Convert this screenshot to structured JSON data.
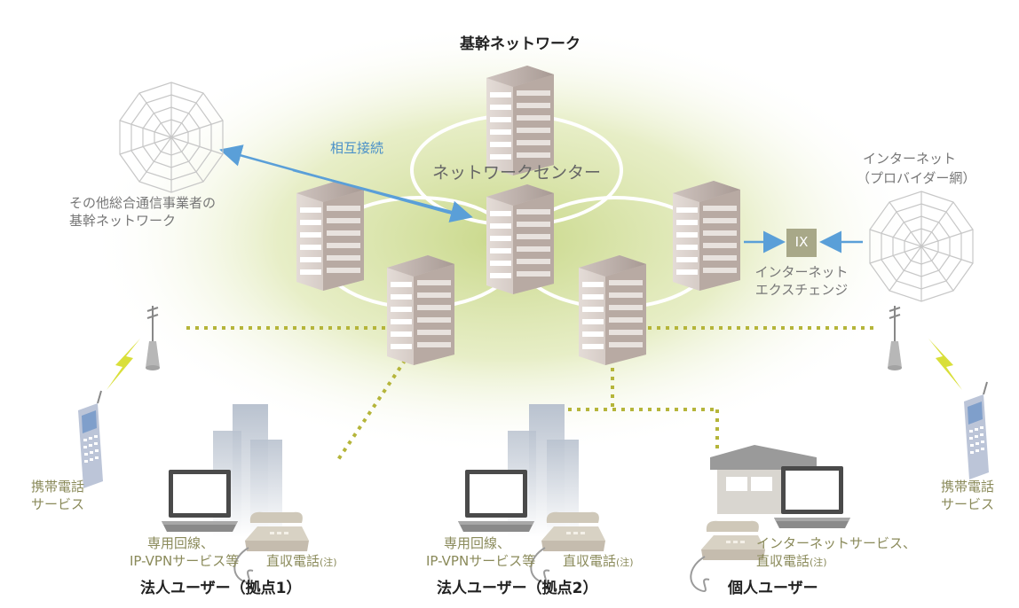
{
  "title": "基幹ネットワーク",
  "network_center": "ネットワークセンター",
  "interconnect": "相互接続",
  "other_carrier": [
    "その他総合通信事業者の",
    "基幹ネットワーク"
  ],
  "internet": [
    "インターネット",
    "（プロバイダー網）"
  ],
  "ix_box": "IX",
  "ix_label": [
    "インターネット",
    "エクスチェンジ"
  ],
  "mobile_left": [
    "携帯電話",
    "サービス"
  ],
  "mobile_right": [
    "携帯電話",
    "サービス"
  ],
  "corp1": {
    "service": [
      "専用回線、",
      "IP-VPNサービス等"
    ],
    "phone": "直収電話",
    "note": "(注)",
    "label": "法人ユーザー（拠点1）"
  },
  "corp2": {
    "service": [
      "専用回線、",
      "IP-VPNサービス等"
    ],
    "phone": "直収電話",
    "note": "(注)",
    "label": "法人ユーザー（拠点2）"
  },
  "personal": {
    "service": "インターネットサービス、",
    "phone": "直収電話",
    "note": "(注)",
    "label": "個人ユーザー"
  },
  "colors": {
    "glow": "#c8d78a",
    "dotted": "#b5b53a",
    "arrow": "#5a9fd8",
    "ix_box": "#a8a888",
    "lightning": "#d9df3a"
  }
}
